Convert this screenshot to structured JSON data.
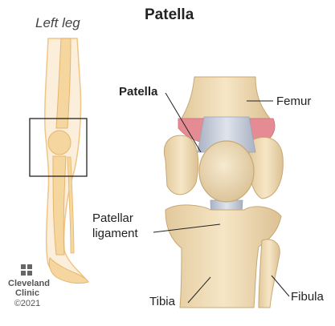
{
  "title": "Patella",
  "leg_label": "Left leg",
  "labels": {
    "patella": "Patella",
    "femur": "Femur",
    "patellar_ligament_line1": "Patellar",
    "patellar_ligament_line2": "ligament",
    "tibia": "Tibia",
    "fibula": "Fibula"
  },
  "branding": {
    "line1": "Cleveland",
    "line2": "Clinic",
    "copyright": "©2021"
  },
  "colors": {
    "bone": "#f0dcb6",
    "bone_shadow": "#d9bf90",
    "cartilage_red": "#e58b94",
    "ligament": "#c4ccd8",
    "leg_bone": "#f6d69f",
    "leg_outline": "#f1c583"
  }
}
